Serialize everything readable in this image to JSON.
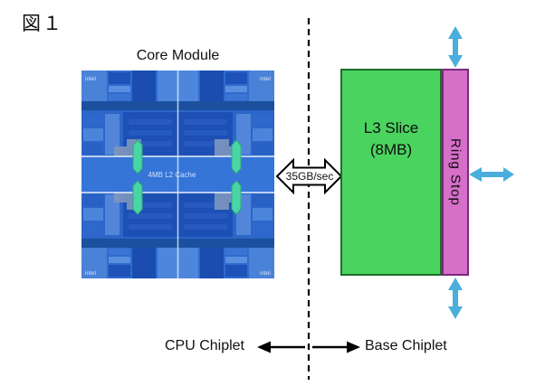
{
  "figure_label": "図１",
  "core_module": {
    "title": "Core Module",
    "die": {
      "brand": "intel",
      "l2_cache_label": "4MB L2 Cache"
    }
  },
  "interconnect": {
    "bandwidth_label": "35GB/sec"
  },
  "base_chiplet": {
    "l3_slice_name": "L3 Slice",
    "l3_slice_size": "(8MB)",
    "ring_stop_label": "Ring Stop"
  },
  "footer": {
    "cpu_chiplet_label": "CPU Chiplet",
    "base_chiplet_label": "Base Chiplet"
  },
  "colors": {
    "l3_green": "#4BD35F",
    "l3_border_green": "#1E6E2A",
    "ring_stop_pink": "#D56FC8",
    "ring_border_purple": "#7A2A7A",
    "bus_arrow_cyan": "#4AAEDC",
    "die_base_blue": "#2E6CCE",
    "die_band_blue": "#3575D8",
    "pill_mint_green": "#4AD6A4"
  }
}
